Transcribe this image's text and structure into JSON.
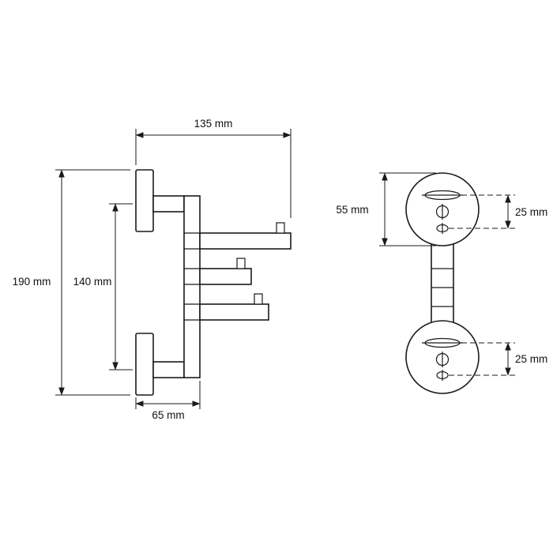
{
  "drawing": {
    "side_view": {
      "depth_label": "135 mm",
      "total_height_label": "190 mm",
      "mount_spacing_label": "140 mm",
      "base_depth_label": "65 mm"
    },
    "front_view": {
      "plate_diameter_label": "55 mm",
      "top_hole_spacing_label": "25 mm",
      "bottom_hole_spacing_label": "25 mm"
    },
    "colors": {
      "line": "#1a1a1a",
      "background": "#ffffff"
    }
  }
}
